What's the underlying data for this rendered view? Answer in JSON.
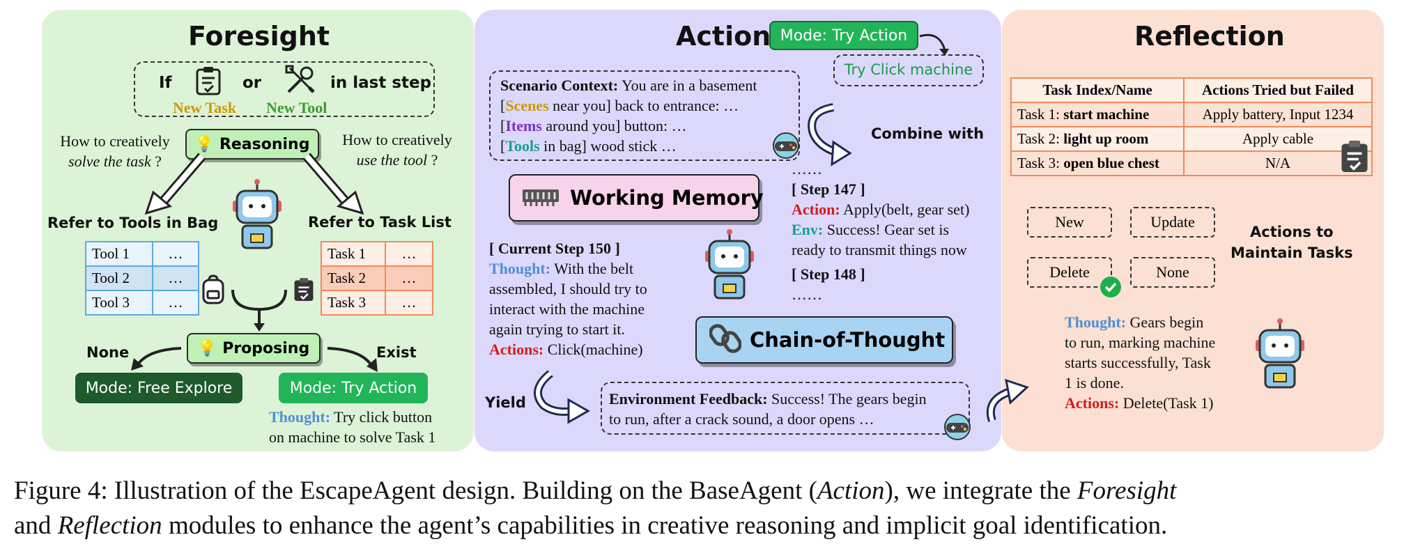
{
  "foresight": {
    "title": "Foresight",
    "if_label": "If",
    "or_label": "or",
    "last_step_label": "in last step",
    "new_task_label": "New Task",
    "new_tool_label": "New Tool",
    "reasoning_label": "Reasoning",
    "left_question_1": "How to creatively",
    "left_question_2": "solve the task",
    "left_question_mark": "?",
    "right_question_1": "How to creatively",
    "right_question_2": "use the tool",
    "right_question_mark": "?",
    "refer_tools": "Refer to Tools in Bag",
    "refer_tasks": "Refer to Task List",
    "tools": [
      [
        "Tool 1",
        "…"
      ],
      [
        "Tool 2",
        "…"
      ],
      [
        "Tool 3",
        "…"
      ]
    ],
    "tasks": [
      [
        "Task 1",
        "…"
      ],
      [
        "Task 2",
        "…"
      ],
      [
        "Task 3",
        "…"
      ]
    ],
    "proposing_label": "Proposing",
    "none_label": "None",
    "exist_label": "Exist",
    "mode_free": "Mode: Free Explore",
    "mode_try": "Mode: Try Action",
    "thought_label": "Thought:",
    "thought_text_1": "Try click button",
    "thought_text_2": "on machine to solve Task 1"
  },
  "action": {
    "title": "Action",
    "mode_label": "Mode: Try Action",
    "try_click": "Try Click machine",
    "scenario_label": "Scenario Context:",
    "scenario_text": "You are in a basement",
    "scenes_open": "[",
    "scenes_word": "Scenes",
    "scenes_rest": "near you] back to entrance: …",
    "items_word": "Items",
    "items_rest": "around you] button: …",
    "tools_word": "Tools",
    "tools_rest": "in bag] wood stick …",
    "combine_with": "Combine with",
    "working_memory": "Working Memory",
    "ellipsis_top": "……",
    "step147": "[ Step 147 ]",
    "action_label": "Action:",
    "action147": "Apply(belt, gear set)",
    "env_label": "Env:",
    "env147_1": "Success! Gear set is",
    "env147_2": "ready to transmit things now",
    "step148": "[ Step 148 ]",
    "ellipsis_bottom": "……",
    "current_step": "[ Current Step 150 ]",
    "thought_label": "Thought:",
    "thought_1": "With the belt",
    "thought_2": "assembled, I should try to",
    "thought_3": "interact with the machine",
    "thought_4": "again trying to start it.",
    "actions_label": "Actions:",
    "actions_text": "Click(machine)",
    "cot_label": "Chain-of-Thought",
    "yield_label": "Yield",
    "env_feedback_label": "Environment Feedback:",
    "env_feedback_1": "Success! The gears begin",
    "env_feedback_2": "to run, after a crack sound, a door opens …"
  },
  "reflection": {
    "title": "Reflection",
    "col1": "Task Index/Name",
    "col2": "Actions Tried but Failed",
    "rows": [
      {
        "idx": "Task 1:",
        "name": "start machine",
        "failed": "Apply battery, Input 1234"
      },
      {
        "idx": "Task 2:",
        "name": "light up room",
        "failed": "Apply cable"
      },
      {
        "idx": "Task 3:",
        "name": "open blue chest",
        "failed": "N/A"
      }
    ],
    "btn_new": "New",
    "btn_update": "Update",
    "btn_delete": "Delete",
    "btn_none": "None",
    "maintain_1": "Actions to",
    "maintain_2": "Maintain Tasks",
    "thought_label": "Thought:",
    "thought_1": "Gears begin",
    "thought_2": "to run, marking machine",
    "thought_3": "starts successfully, Task",
    "thought_4": "1 is done.",
    "actions_label": "Actions:",
    "actions_text": "Delete(Task 1)"
  },
  "caption": {
    "line1_a": "Figure 4: Illustration of the EscapeAgent design. Building on the BaseAgent (",
    "line1_b": "Action",
    "line1_c": "), we integrate the ",
    "line1_d": "Foresight",
    "line2_a": "and ",
    "line2_b": "Reflection",
    "line2_c": " modules to enhance the agent’s capabilities in creative reasoning and implicit goal identification."
  },
  "colors": {
    "foresight_bg": "#ddf3d7",
    "action_bg": "#dcd8fb",
    "reflection_bg": "#fbe0d3",
    "gold": "#c99a06",
    "green_text": "#3f9a32",
    "purple_text": "#7d2fc0",
    "teal_text": "#1aa18a",
    "blue_text": "#4f8fd6",
    "red_text": "#d11c1c",
    "mode_dark": "#1e5a2c",
    "mode_bright": "#22b458"
  }
}
